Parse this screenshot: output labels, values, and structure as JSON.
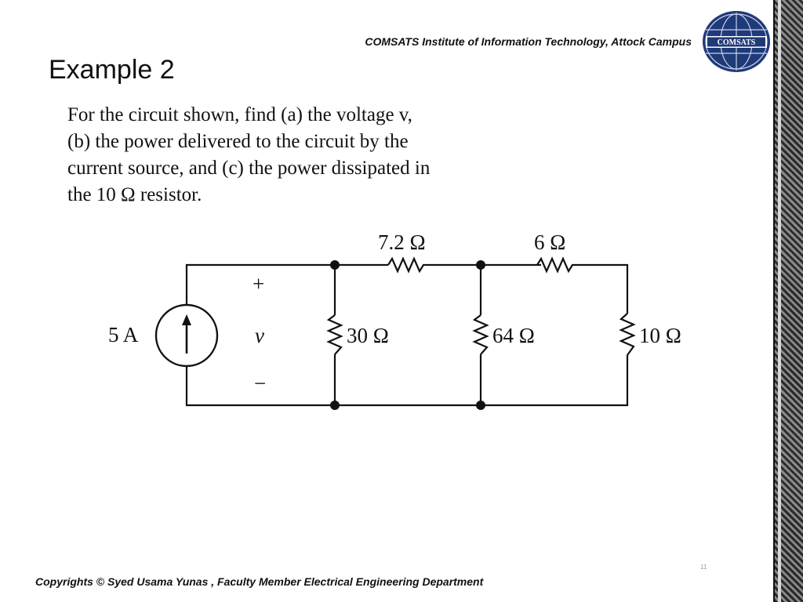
{
  "header": {
    "institute": "COMSATS Institute of Information Technology, Attock Campus",
    "logo_text": "COMSATS",
    "logo_color": "#1f3a78"
  },
  "title": "Example 2",
  "problem_lines": [
    "For the circuit shown, find (a) the voltage v,",
    "(b) the power delivered to the circuit by the",
    "current source, and (c) the power dissipated in",
    "the 10 Ω resistor."
  ],
  "circuit": {
    "source_label": "5 A",
    "voltage_plus": "+",
    "voltage_symbol": "v",
    "voltage_minus": "−",
    "resistors": {
      "r_series_1": "7.2 Ω",
      "r_series_2": "6 Ω",
      "r_30": "30 Ω",
      "r_64": "64 Ω",
      "r_10": "10 Ω"
    }
  },
  "footer": "Copyrights © Syed Usama Yunas , Faculty Member Electrical Engineering Department",
  "page_number": "11"
}
